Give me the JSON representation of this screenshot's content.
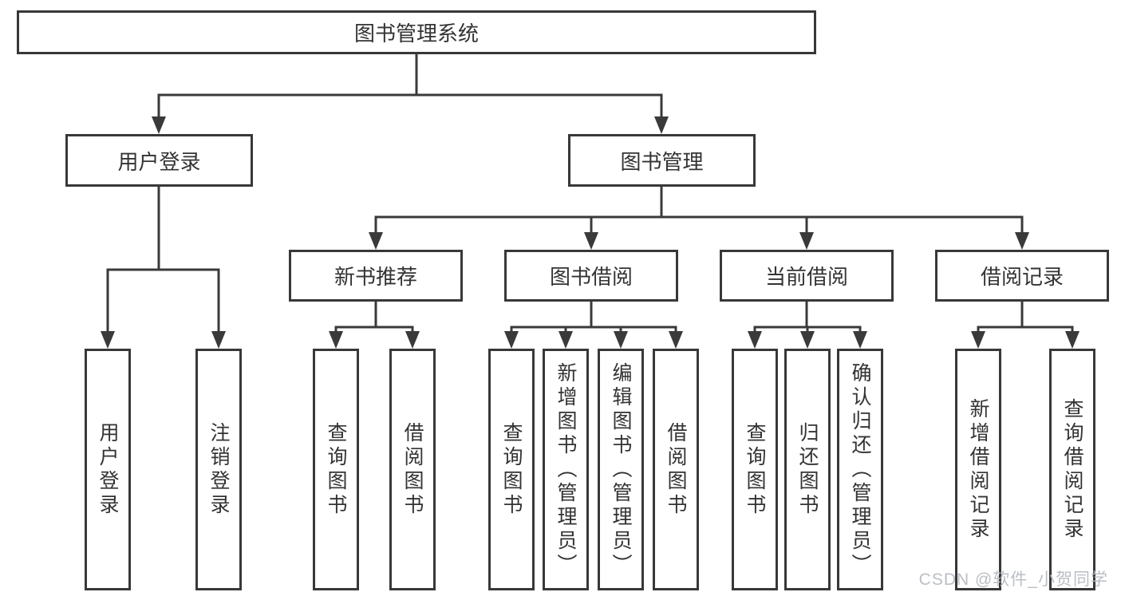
{
  "watermark": "CSDN @软件_小贺同学",
  "colors": {
    "line": "#3a3a3a",
    "box_border": "#383838",
    "text": "#333333",
    "background": "#ffffff",
    "watermark": "#b8bcc2"
  },
  "tree": {
    "root": "图书管理系统",
    "branches": [
      {
        "label": "用户登录",
        "children": [
          "用户登录",
          "注销登录"
        ]
      },
      {
        "label": "图书管理",
        "children": [
          {
            "label": "新书推荐",
            "children": [
              "查询图书",
              "借阅图书"
            ]
          },
          {
            "label": "图书借阅",
            "children": [
              "查询图书",
              "新增图书（管理员）",
              "编辑图书（管理员）",
              "借阅图书"
            ]
          },
          {
            "label": "当前借阅",
            "children": [
              "查询图书",
              "归还图书",
              "确认归还（管理员）"
            ]
          },
          {
            "label": "借阅记录",
            "children": [
              "新增借阅记录",
              "查询借阅记录"
            ]
          }
        ]
      }
    ]
  }
}
